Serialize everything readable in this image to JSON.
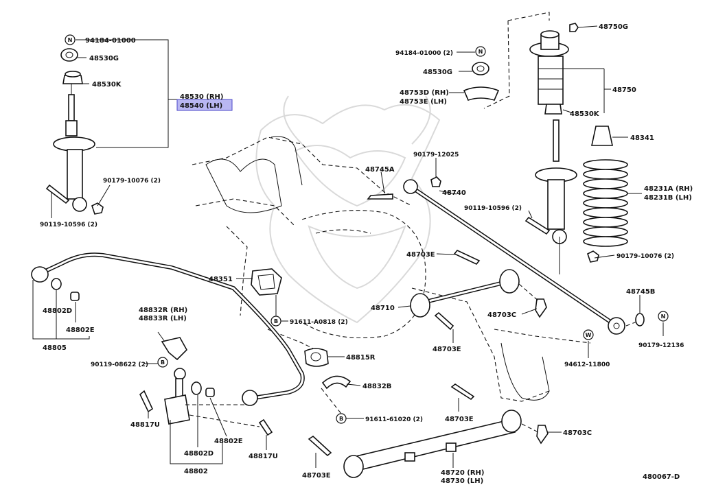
{
  "diagram_id": "480067-D",
  "symbols": {
    "nut": "N",
    "bolt": "B",
    "washer": "W"
  },
  "labels": {
    "l94184_a": "94184-01000",
    "l48530g_a": "48530G",
    "l48530k_a": "48530K",
    "l48530": "48530 (RH)",
    "l48540": "48540 (LH)",
    "l90179_10076_a": "90179-10076 (2)",
    "l90119_10596_a": "90119-10596 (2)",
    "l48750g": "48750G",
    "l94184_b": "94184-01000 (2)",
    "l48530g_b": "48530G",
    "l48753d": "48753D (RH)",
    "l48753e": "48753E (LH)",
    "l48750": "48750",
    "l48530k_b": "48530K",
    "l48341": "48341",
    "l48231a": "48231A (RH)",
    "l48231b": "48231B (LH)",
    "l90179_10076_b": "90179-10076 (2)",
    "l90179_12025": "90179-12025",
    "l48745a": "48745A",
    "l48740": "48740",
    "l90119_10596_b": "90119-10596 (2)",
    "l48703e_1": "48703E",
    "l48351": "48351",
    "l91611_a0818": "91611-A0818 (2)",
    "l48710": "48710",
    "l48703c_1": "48703C",
    "l48703e_2": "48703E",
    "l48745b": "48745B",
    "l90179_12136": "90179-12136",
    "l94612_11800": "94612-11800",
    "l48802d_a": "48802D",
    "l48802e_a": "48802E",
    "l48805": "48805",
    "l48832r": "48832R (RH)",
    "l48833r": "48833R (LH)",
    "l90119_08622": "90119-08622 (2)",
    "l48815r": "48815R",
    "l48832b": "48832B",
    "l91611_61020": "91611-61020 (2)",
    "l48817u_a": "48817U",
    "l48802d_b": "48802D",
    "l48802e_b": "48802E",
    "l48817u_b": "48817U",
    "l48802": "48802",
    "l48703e_3": "48703E",
    "l48703c_2": "48703C",
    "l48703e_4": "48703E",
    "l48720": "48720 (RH)",
    "l48730": "48730 (LH)"
  }
}
